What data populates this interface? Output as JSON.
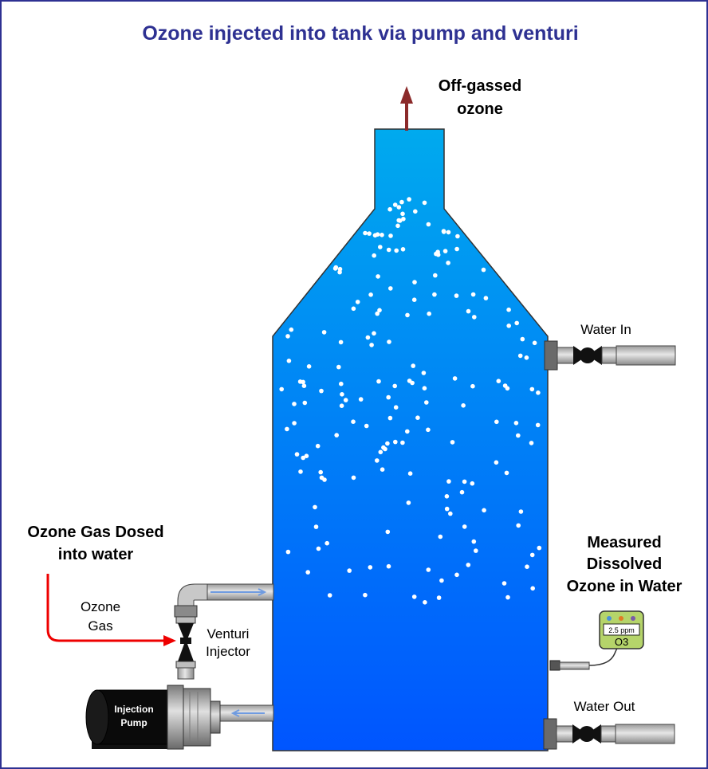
{
  "title": "Ozone injected into tank via pump and venturi",
  "labels": {
    "offgas_line1": "Off-gassed",
    "offgas_line2": "ozone",
    "water_in": "Water In",
    "water_out": "Water Out",
    "measured_line1": "Measured",
    "measured_line2": "Dissolved",
    "measured_line3": "Ozone in Water",
    "dosed_line1": "Ozone Gas Dosed",
    "dosed_line2": "into water",
    "gas_line1": "Ozone",
    "gas_line2": "Gas",
    "venturi_line1": "Venturi",
    "venturi_line2": "Injector",
    "pump_line1": "Injection",
    "pump_line2": "Pump"
  },
  "meter": {
    "reading": "2.5 ppm",
    "label": "O3",
    "led_colors": [
      "#4a90d9",
      "#e07b24",
      "#7a5aa8"
    ]
  },
  "colors": {
    "title": "#2e3192",
    "water_top": "#00aaee",
    "water_bottom": "#0055ff",
    "offgas_arrow": "#8b2a2a",
    "gas_line": "#ee0000",
    "meter_body": "#b5d46a"
  }
}
